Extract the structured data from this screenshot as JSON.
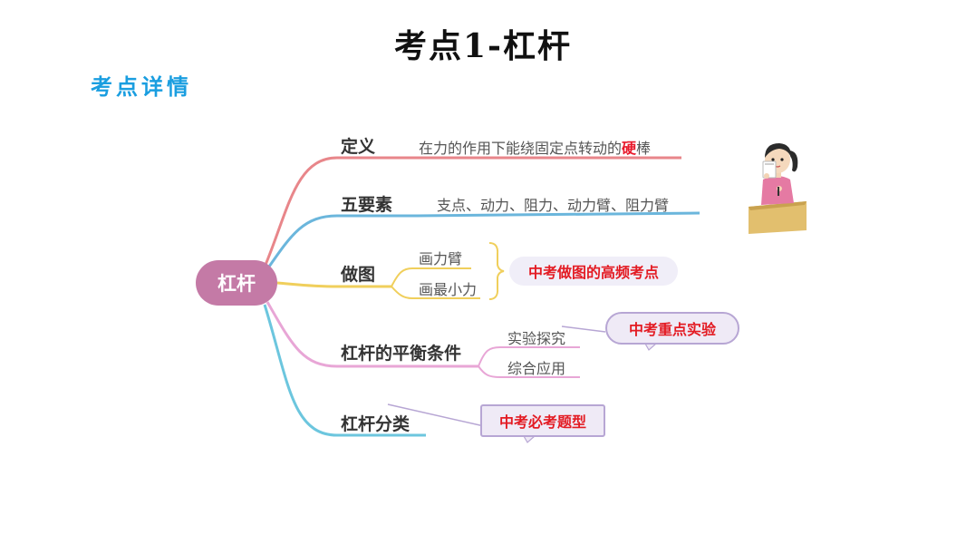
{
  "title": "考点1-杠杆",
  "section_label": "考点详情",
  "mindmap": {
    "root": "杠杆",
    "branches": [
      {
        "label": "定义",
        "leaf_prefix": "在力的作用下能绕固定点转动的",
        "leaf_highlight": "硬",
        "leaf_suffix": "棒"
      },
      {
        "label": "五要素",
        "leaf": "支点、动力、阻力、动力臂、阻力臂"
      },
      {
        "label": "做图",
        "children": [
          "画力臂",
          "画最小力"
        ],
        "callout": "中考做图的高频考点"
      },
      {
        "label": "杠杆的平衡条件",
        "children": [
          "实验探究",
          "综合应用"
        ],
        "callout": "中考重点实验"
      },
      {
        "label": "杠杆分类",
        "callout": "中考必考题型"
      }
    ]
  },
  "colors": {
    "root_bg": "#c47aa6",
    "title_blue": "#1a9ee0",
    "branch_define": "#e8868a",
    "branch_five": "#6bb6dc",
    "branch_draw": "#f0cf5c",
    "branch_balance": "#e8a6d6",
    "branch_classify": "#6cc6de",
    "highlight_red": "#e31b23"
  },
  "illustration": "girl-reading-icon"
}
